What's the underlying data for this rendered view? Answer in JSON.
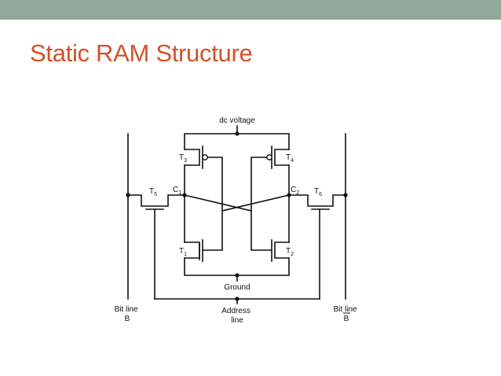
{
  "slide": {
    "title": "Static RAM Structure",
    "band_color": "#8fa89a",
    "title_color": "#d4512b"
  },
  "circuit": {
    "supply_label": "dc voltage",
    "ground_label": "Ground",
    "address_label": [
      "Address",
      "line"
    ],
    "bitline_left": [
      "Bit line",
      "B"
    ],
    "bitline_right": [
      "Bit line",
      "B"
    ],
    "transistors": [
      {
        "id": "T3",
        "letter": "T",
        "sub": "3"
      },
      {
        "id": "T4",
        "letter": "T",
        "sub": "4"
      },
      {
        "id": "T1",
        "letter": "T",
        "sub": "1"
      },
      {
        "id": "T2",
        "letter": "T",
        "sub": "2"
      },
      {
        "id": "T5",
        "letter": "T",
        "sub": "5"
      },
      {
        "id": "T6",
        "letter": "T",
        "sub": "6"
      }
    ],
    "nodes": [
      {
        "id": "C1",
        "letter": "C",
        "sub": "1"
      },
      {
        "id": "C2",
        "letter": "C",
        "sub": "2"
      }
    ]
  }
}
